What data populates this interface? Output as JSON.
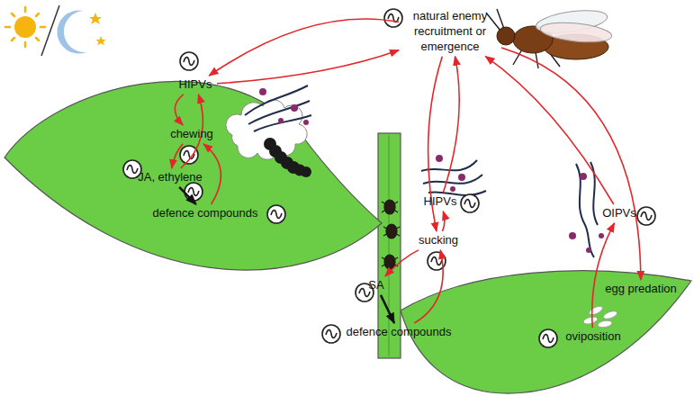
{
  "diagram": {
    "nodes": [
      {
        "text": [
          "HIPVs"
        ]
      },
      {
        "text": [
          "natural enemy recruitment or emergence"
        ]
      },
      {
        "text": [
          "chewing"
        ]
      },
      {
        "text": [
          "JA, ethylene"
        ]
      },
      {
        "text": [
          "defence compounds"
        ]
      },
      {
        "text": [
          "HIPVs"
        ]
      },
      {
        "text": [
          "sucking"
        ]
      },
      {
        "text": [
          "OIPVs"
        ]
      },
      {
        "text": [
          "SA"
        ]
      },
      {
        "text": [
          "defence compounds"
        ]
      },
      {
        "text": [
          "oviposition"
        ]
      },
      {
        "text": [
          "egg predation"
        ]
      }
    ],
    "edges": [
      {
        "from": 0,
        "to": 2,
        "arrow": "to"
      },
      {
        "from": 1,
        "to": 0,
        "arrow": "to"
      },
      {
        "from": 0,
        "to": 1,
        "arrow": "to"
      },
      {
        "from": 2,
        "to": 3,
        "arrow": "to"
      },
      {
        "from": 3,
        "to": 0,
        "arrow": "to"
      },
      {
        "from": 3,
        "to": 4,
        "arrow": "to"
      },
      {
        "from": 4,
        "to": 2,
        "arrow": "to"
      },
      {
        "from": 1,
        "to": 6,
        "arrow": "to"
      },
      {
        "from": 6,
        "to": 5,
        "arrow": "to"
      },
      {
        "from": 5,
        "to": 1,
        "arrow": "to"
      },
      {
        "from": 6,
        "to": 8,
        "arrow": "to"
      },
      {
        "from": 8,
        "to": 9,
        "arrow": "to"
      },
      {
        "from": 9,
        "to": 6,
        "arrow": "to"
      },
      {
        "from": 10,
        "to": 7,
        "arrow": "to"
      },
      {
        "from": 7,
        "to": 1,
        "arrow": "to"
      },
      {
        "from": 1,
        "to": 11,
        "arrow": "to"
      }
    ]
  }
}
